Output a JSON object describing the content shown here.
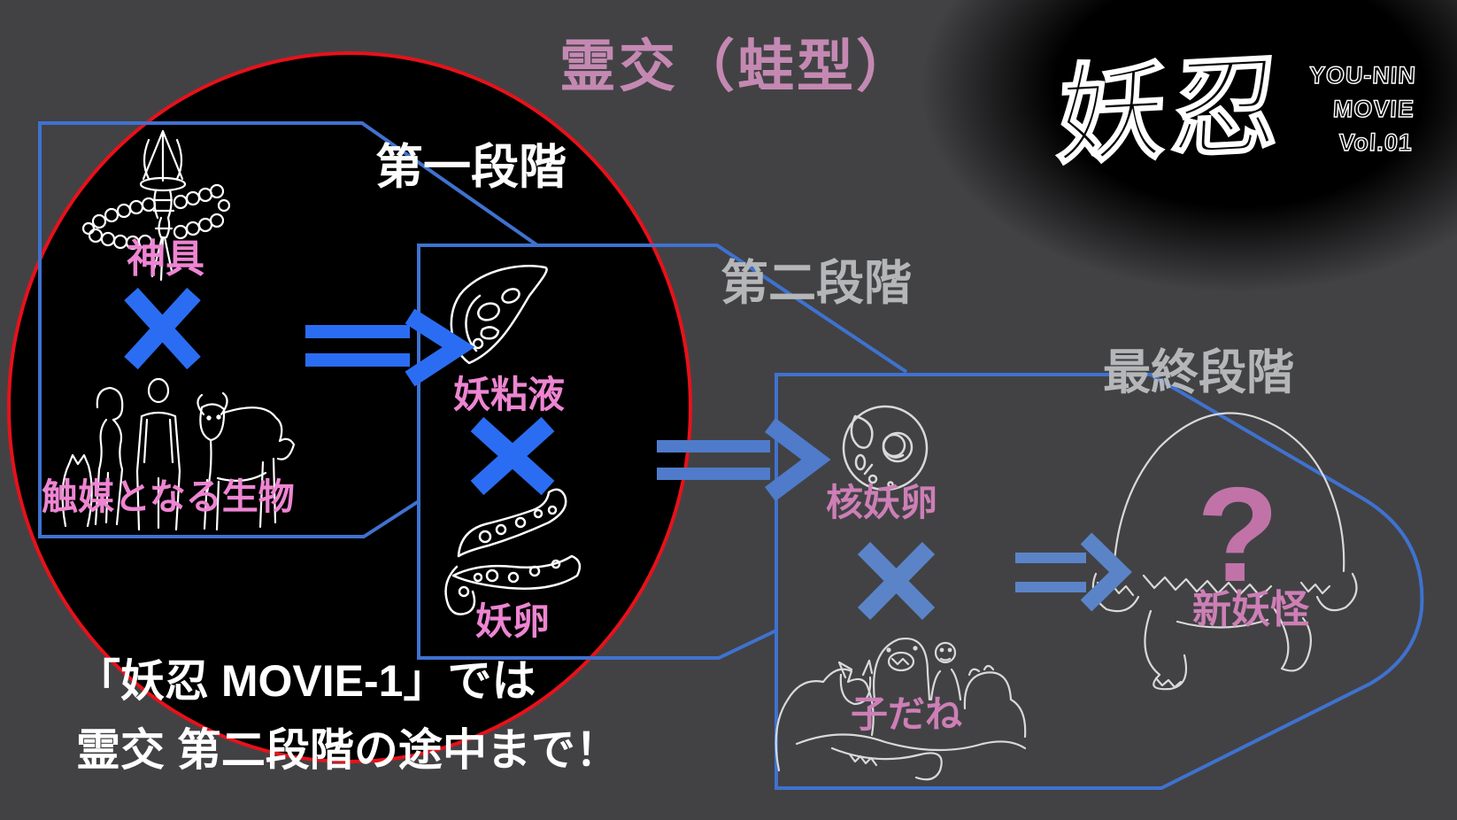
{
  "title": "霊交（蛙型）",
  "logo": {
    "kanji": "妖忍",
    "lines": [
      "YOU-NIN",
      "MOVIE",
      "Vol.01"
    ]
  },
  "stage_labels": {
    "first": "第一段階",
    "second": "第二段階",
    "final": "最終段階"
  },
  "nodes": {
    "ritual_tool": "神具",
    "catalyst_creatures": "触媒となる生物",
    "yokai_slime": "妖粘液",
    "yokai_egg": "妖卵",
    "core_yokai_egg": "核妖卵",
    "offspring_seed": "子だね",
    "new_yokai": "新妖怪",
    "unknown_mark": "?"
  },
  "operators": {
    "cross": "×",
    "results_in": "⇒"
  },
  "relations": [
    {
      "stage": "第一段階",
      "inputs": [
        "神具",
        "触媒となる生物"
      ],
      "output": "妖粘液"
    },
    {
      "stage": "第二段階",
      "inputs": [
        "妖粘液",
        "妖卵"
      ],
      "output": "核妖卵"
    },
    {
      "stage": "最終段階",
      "inputs": [
        "核妖卵",
        "子だね"
      ],
      "output": "新妖怪"
    }
  ],
  "footnote": {
    "line1": "「妖忍 MOVIE-1」では",
    "line2": "霊交 第二段階の途中まで！"
  },
  "colors": {
    "background": "#424245",
    "circle_fill": "#000000",
    "circle_stroke": "#e8111a",
    "outline_blue": "#3f72cf",
    "vivid_blue": "#2b6df2",
    "steel_blue": "#5b84c8",
    "bright_pink": "#ee85d2",
    "muted_pink": "#cd7fb6",
    "title_pink": "#c489b2",
    "stage_gray": "#b5b6b8",
    "text_white": "#ffffff"
  }
}
